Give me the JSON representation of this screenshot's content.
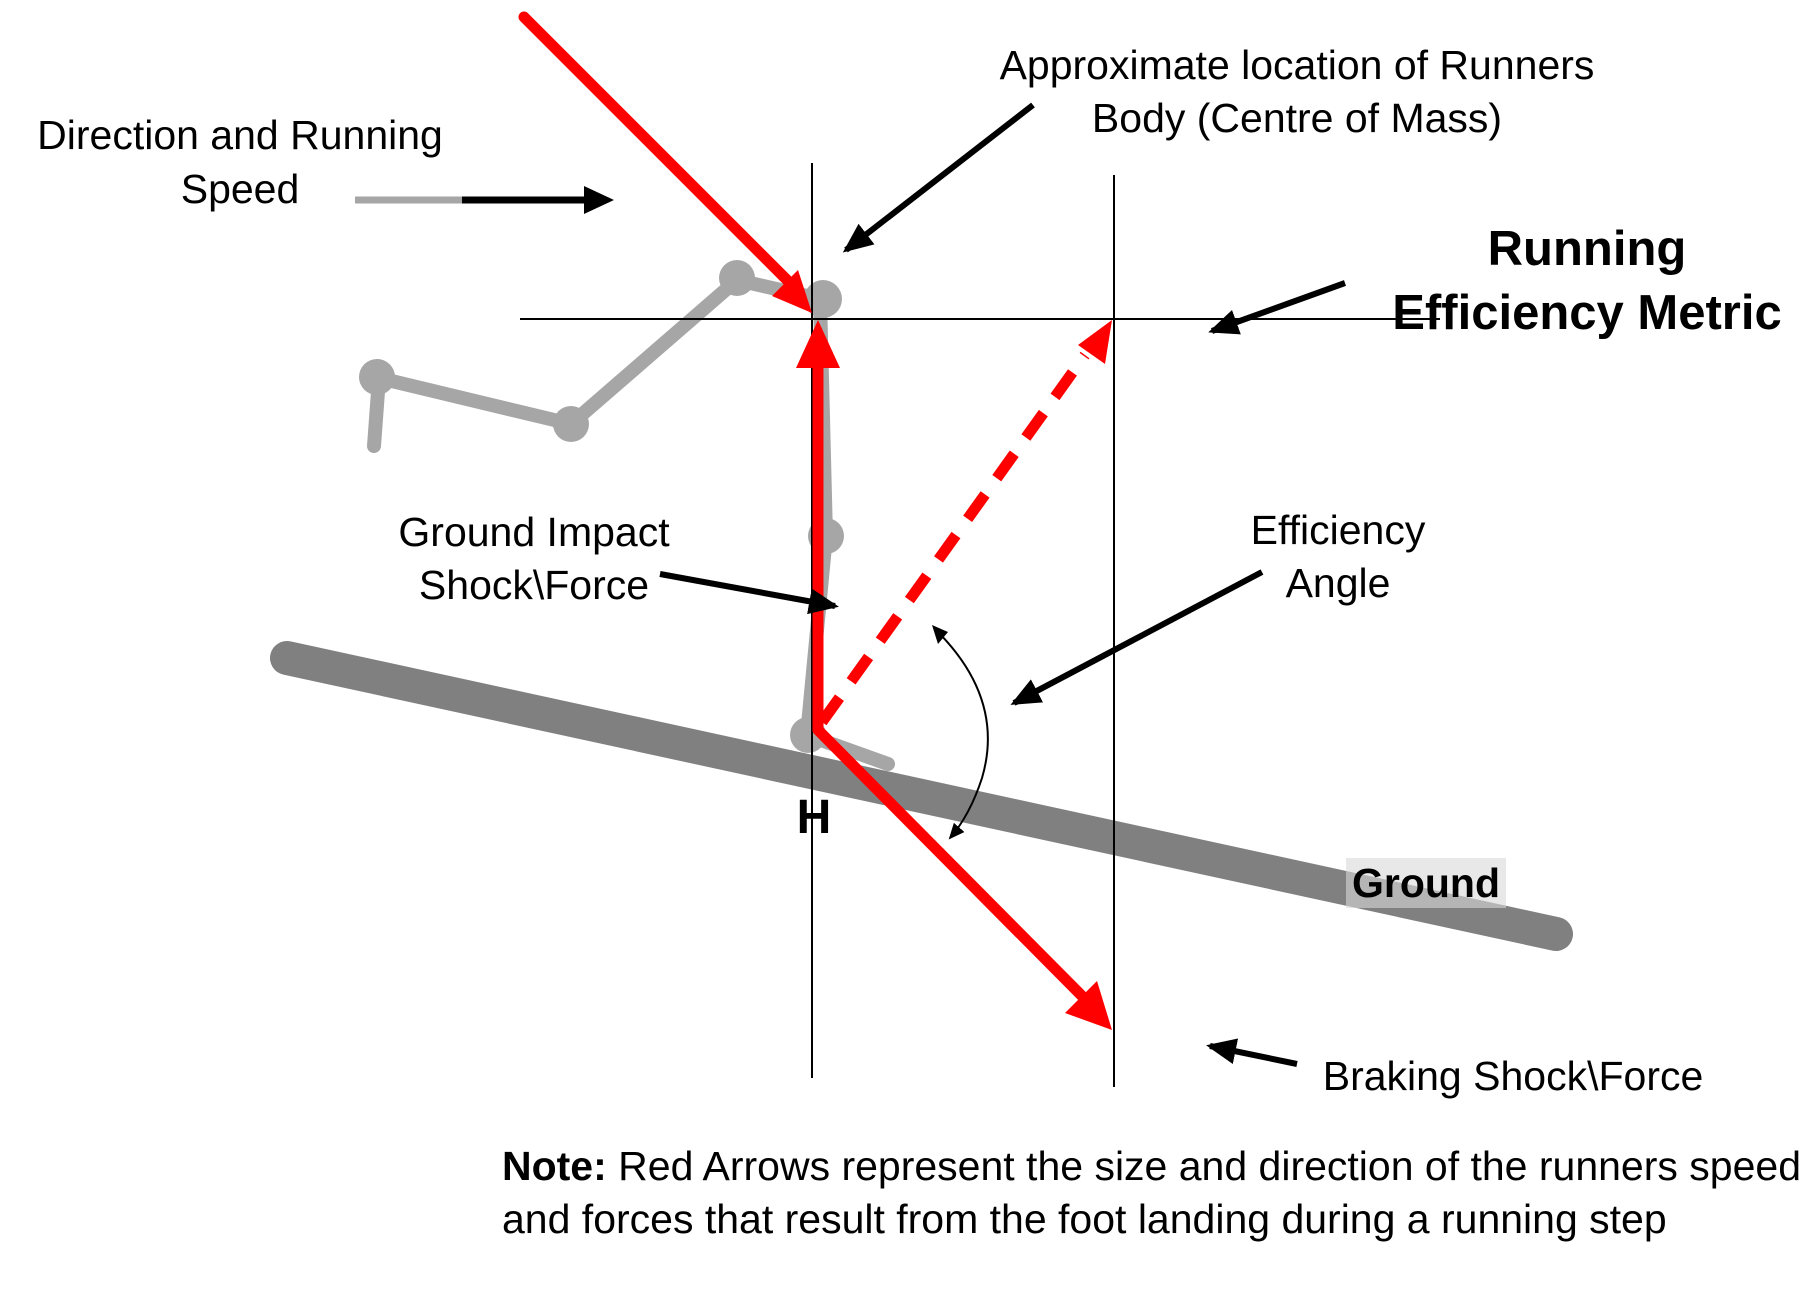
{
  "labels": {
    "direction_line1": "Direction and Running",
    "direction_line2": "Speed",
    "com_line1": "Approximate location of  Runners",
    "com_line2": "Body (Centre of Mass)",
    "metric_line1": "Running",
    "metric_line2": "Efficiency Metric",
    "impact_line1": "Ground Impact",
    "impact_line2": "Shock\\Force",
    "angle_line1": "Efficiency",
    "angle_line2": "Angle",
    "ground": "Ground",
    "braking": "Braking Shock\\Force",
    "foot_marker": "H"
  },
  "note": {
    "prefix": "Note:",
    "text": " Red Arrows represent the size and direction of the runners speed and forces that result from the foot landing during a running step"
  },
  "colors": {
    "force_arrow": "#ff0000",
    "runner": "#a6a6a6",
    "ground": "#808080",
    "line": "#000000"
  }
}
